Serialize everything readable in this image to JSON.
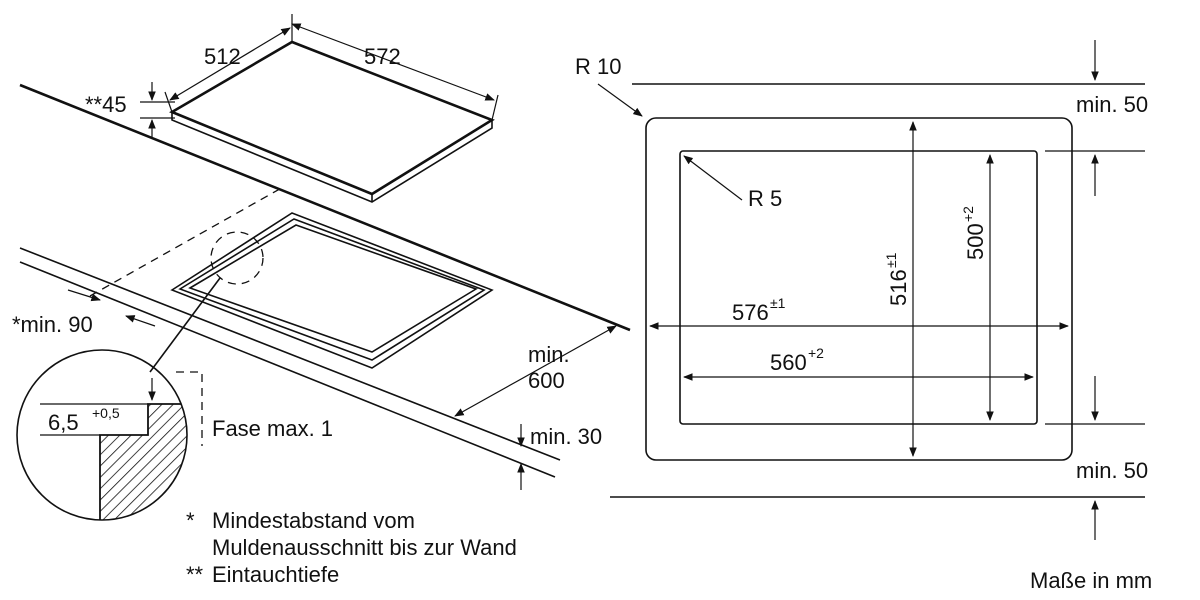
{
  "hob_view": {
    "width_label": "572",
    "depth_label": "512",
    "insert_depth_label": "**45",
    "wall_distance_label": "*min. 90",
    "front_distance_line1": "min.",
    "front_distance_line2": "600",
    "worktop_thickness_label": "min. 30"
  },
  "detail": {
    "rebate_label": "6,5",
    "rebate_tolerance": "+0,5",
    "chamfer_label": "Fase max. 1"
  },
  "cutout_view": {
    "outer_radius": "R 10",
    "inner_radius": "R 5",
    "top_clearance": "min. 50",
    "bottom_clearance": "min. 50",
    "outer_width": "576",
    "outer_width_tol": "±1",
    "inner_width": "560",
    "inner_width_tol": "+2",
    "outer_depth": "516",
    "outer_depth_tol": "±1",
    "inner_depth": "500",
    "inner_depth_tol": "+2"
  },
  "notes": {
    "star1_mark": "*",
    "star1_line1": "Mindestabstand vom",
    "star1_line2": "Muldenausschnitt bis zur Wand",
    "star2_mark": "**",
    "star2_text": "Eintauchtiefe"
  },
  "units_label": "Maße in mm"
}
